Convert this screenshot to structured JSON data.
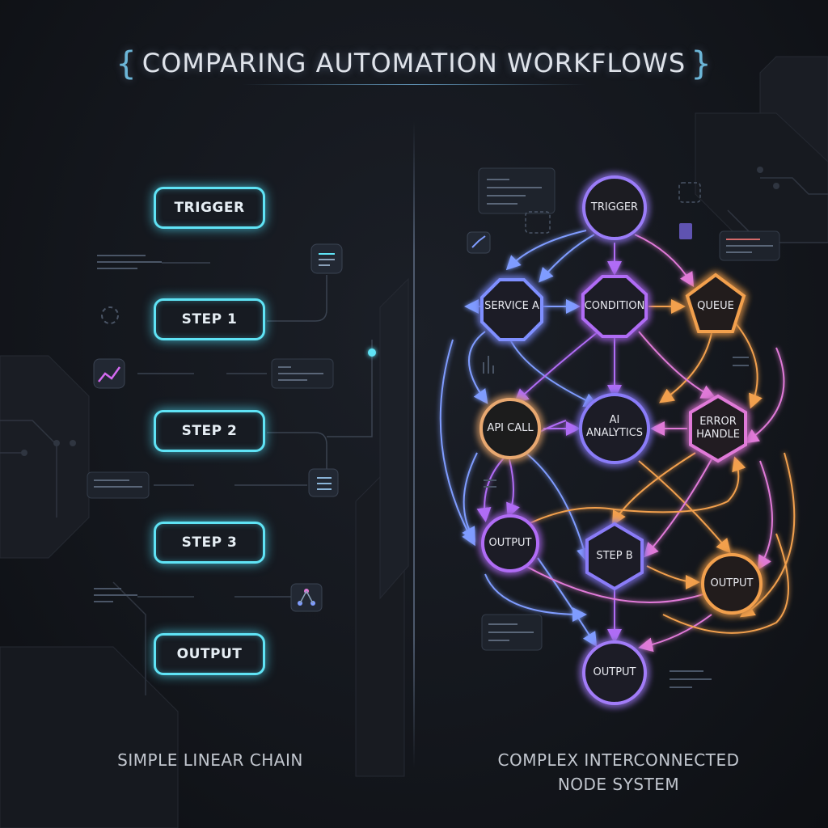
{
  "title": "COMPARING AUTOMATION WORKFLOWS",
  "linear": {
    "caption": "SIMPLE LINEAR CHAIN",
    "nodes": [
      "TRIGGER",
      "STEP 1",
      "STEP 2",
      "STEP 3",
      "OUTPUT"
    ],
    "color": "#5fe3f5"
  },
  "complex": {
    "caption_line1": "COMPLEX INTERCONNECTED",
    "caption_line2": "NODE SYSTEM",
    "nodes": {
      "trigger": "TRIGGER",
      "service_a": "SERVICE A",
      "condition": "CONDITION",
      "queue": "QUEUE",
      "api_call": "API CALL",
      "ai_analytics_1": "AI",
      "ai_analytics_2": "ANALYTICS",
      "error_handle_1": "ERROR",
      "error_handle_2": "HANDLE",
      "output_left": "OUTPUT",
      "step_b": "STEP B",
      "output_right": "OUTPUT",
      "output_bottom": "OUTPUT"
    },
    "colors": {
      "blue": "#6f8dff",
      "purple": "#b06cf5",
      "orange": "#f2a04e",
      "pink": "#e07ad8",
      "cyan": "#5fe3f5"
    }
  }
}
